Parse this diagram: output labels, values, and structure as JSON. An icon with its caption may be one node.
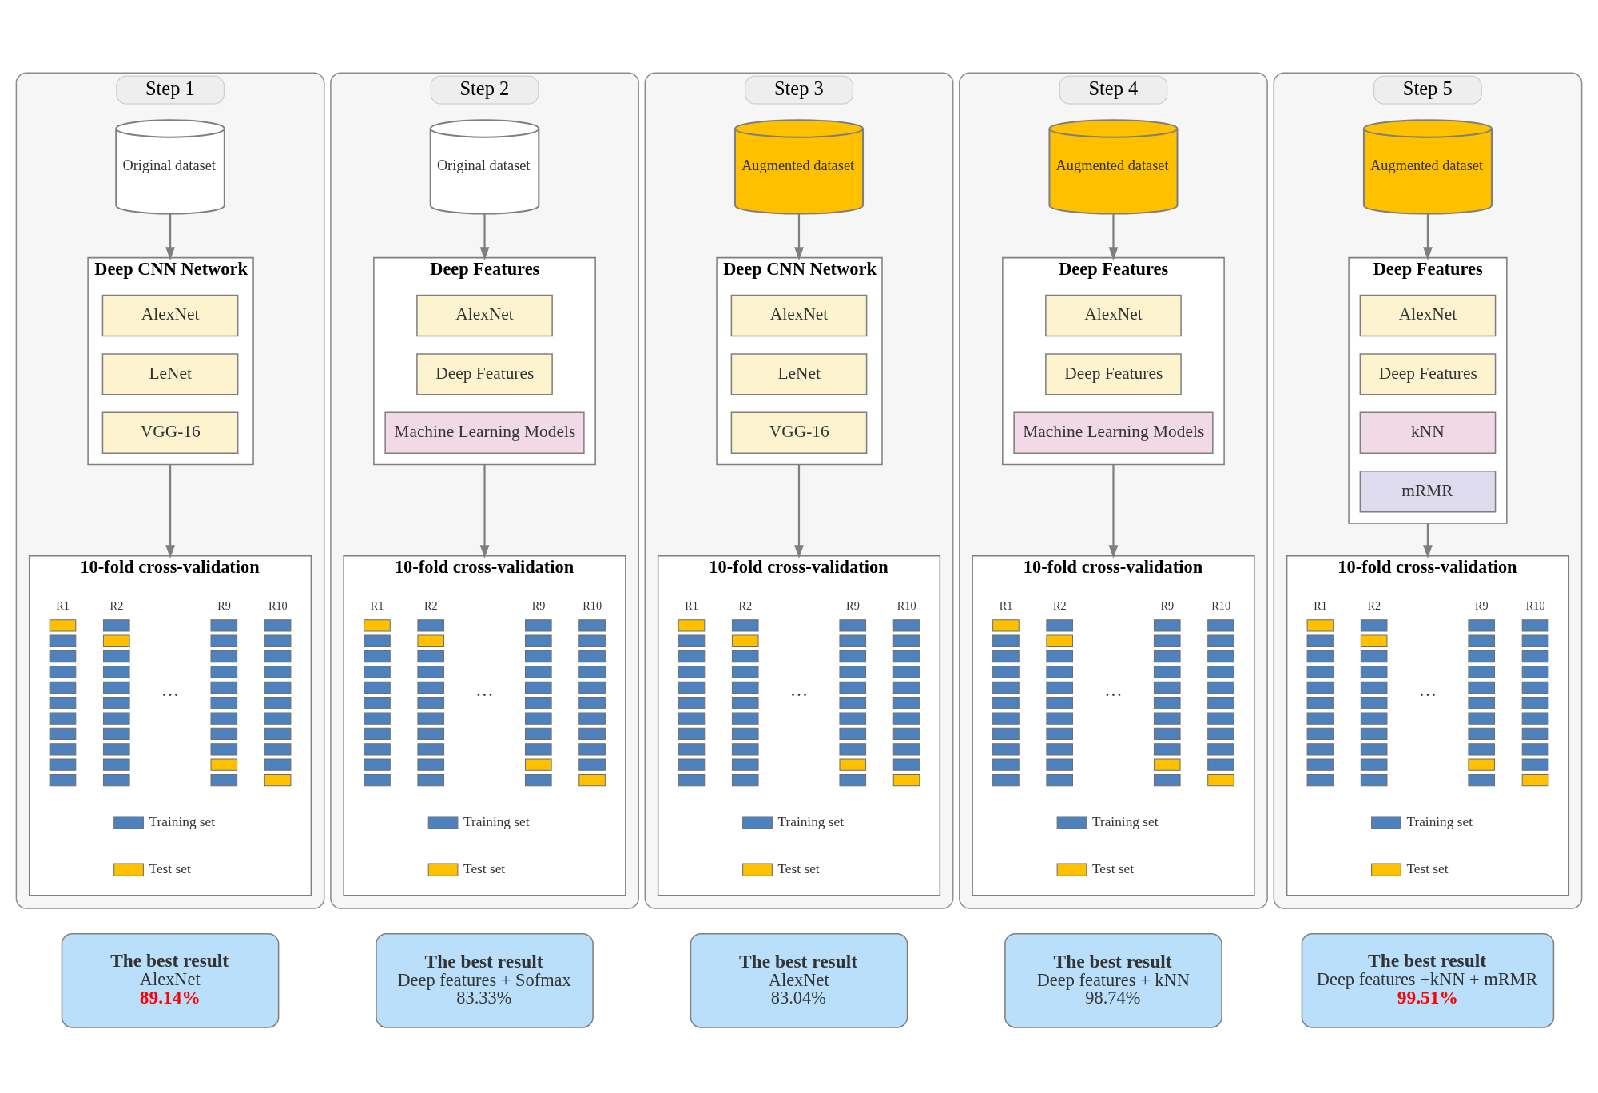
{
  "diagram": {
    "nodes": [
      {
        "text": [
          "Step 1"
        ]
      },
      {
        "text": [
          "Original dataset"
        ],
        "in": 0
      },
      {
        "text": [
          "Deep CNN Network"
        ],
        "in": 0
      },
      {
        "text": [
          "AlexNet"
        ],
        "in": 2
      },
      {
        "text": [
          "LeNet"
        ],
        "in": 2
      },
      {
        "text": [
          "VGG-16"
        ],
        "in": 2
      },
      {
        "text": [
          "10-fold cross-validation"
        ],
        "in": 0
      },
      {
        "text": [
          "Step 2"
        ]
      },
      {
        "text": [
          "Original dataset"
        ],
        "in": 7
      },
      {
        "text": [
          "Deep Features"
        ],
        "in": 7
      },
      {
        "text": [
          "AlexNet"
        ],
        "in": 9
      },
      {
        "text": [
          "Deep Features"
        ],
        "in": 9
      },
      {
        "text": [
          "Machine Learning Models"
        ],
        "in": 9
      },
      {
        "text": [
          "10-fold cross-validation"
        ],
        "in": 7
      },
      {
        "text": [
          "Step 3"
        ]
      },
      {
        "text": [
          "Augmented dataset"
        ],
        "in": 14
      },
      {
        "text": [
          "Deep CNN Network"
        ],
        "in": 14
      },
      {
        "text": [
          "AlexNet"
        ],
        "in": 16
      },
      {
        "text": [
          "LeNet"
        ],
        "in": 16
      },
      {
        "text": [
          "VGG-16"
        ],
        "in": 16
      },
      {
        "text": [
          "10-fold cross-validation"
        ],
        "in": 14
      },
      {
        "text": [
          "Step 4"
        ]
      },
      {
        "text": [
          "Augmented dataset"
        ],
        "in": 21
      },
      {
        "text": [
          "Deep Features"
        ],
        "in": 21
      },
      {
        "text": [
          "AlexNet"
        ],
        "in": 23
      },
      {
        "text": [
          "Deep Features"
        ],
        "in": 23
      },
      {
        "text": [
          "Machine Learning Models"
        ],
        "in": 23
      },
      {
        "text": [
          "10-fold cross-validation"
        ],
        "in": 21
      },
      {
        "text": [
          "Step 5"
        ]
      },
      {
        "text": [
          "Augmented dataset"
        ],
        "in": 28
      },
      {
        "text": [
          "Deep Features"
        ],
        "in": 28
      },
      {
        "text": [
          "AlexNet"
        ],
        "in": 30
      },
      {
        "text": [
          "Deep Features"
        ],
        "in": 30
      },
      {
        "text": [
          "kNN"
        ],
        "in": 30
      },
      {
        "text": [
          "mRMR"
        ],
        "in": 30
      },
      {
        "text": [
          "10-fold cross-validation"
        ],
        "in": 28
      },
      {
        "text": [
          "The best result",
          "AlexNet",
          "89.14%"
        ]
      },
      {
        "text": [
          "The best result",
          "Deep features + Sofmax",
          "83.33%"
        ]
      },
      {
        "text": [
          "The best result",
          "AlexNet",
          "83.04%"
        ]
      },
      {
        "text": [
          "The best result",
          "Deep features + kNN",
          "98.74%"
        ]
      },
      {
        "text": [
          "The best result",
          "Deep features +kNN + mRMR",
          "99.51%"
        ]
      }
    ],
    "edges": [
      {
        "from": 1,
        "to": 2,
        "arrow": "to"
      },
      {
        "from": 2,
        "to": 6,
        "arrow": "to"
      },
      {
        "from": 8,
        "to": 9,
        "arrow": "to"
      },
      {
        "from": 9,
        "to": 13,
        "arrow": "to"
      },
      {
        "from": 15,
        "to": 16,
        "arrow": "to"
      },
      {
        "from": 16,
        "to": 20,
        "arrow": "to"
      },
      {
        "from": 22,
        "to": 23,
        "arrow": "to"
      },
      {
        "from": 23,
        "to": 27,
        "arrow": "to"
      },
      {
        "from": 29,
        "to": 30,
        "arrow": "to"
      },
      {
        "from": 30,
        "to": 35,
        "arrow": "to"
      }
    ],
    "labels": [
      "R1",
      "R2",
      "R9",
      "R10",
      "…",
      "R1",
      "R2",
      "R9",
      "R10",
      "…",
      "R1",
      "R2",
      "R9",
      "R10",
      "…",
      "R1",
      "R2",
      "R9",
      "R10",
      "…",
      "R1",
      "R2",
      "R9",
      "R10",
      "…"
    ],
    "legend": [
      {
        "text": "Training set",
        "color": "#4f81bd"
      },
      {
        "text": "Test set",
        "color": "#ffc000"
      },
      {
        "text": "Training set",
        "color": "#4f81bd"
      },
      {
        "text": "Test set",
        "color": "#ffc000"
      },
      {
        "text": "Training set",
        "color": "#4f81bd"
      },
      {
        "text": "Test set",
        "color": "#ffc000"
      },
      {
        "text": "Training set",
        "color": "#4f81bd"
      },
      {
        "text": "Test set",
        "color": "#ffc000"
      },
      {
        "text": "Training set",
        "color": "#4f81bd"
      },
      {
        "text": "Test set",
        "color": "#ffc000"
      }
    ]
  }
}
